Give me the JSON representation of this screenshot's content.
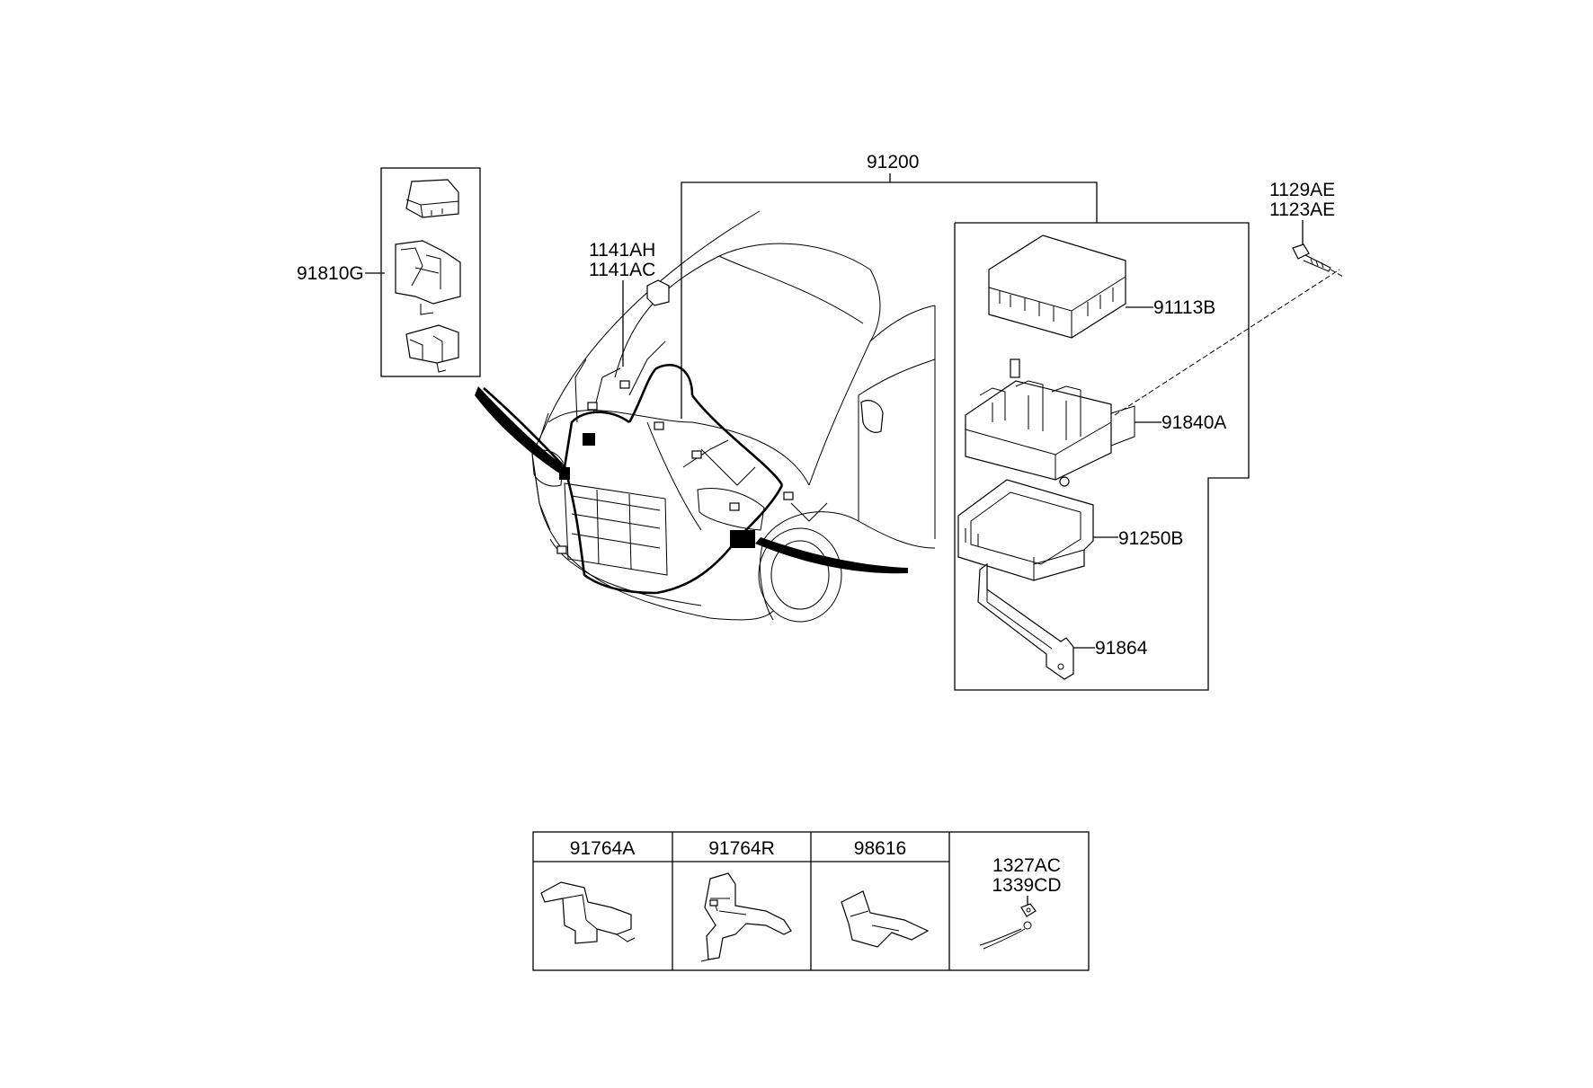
{
  "labels": {
    "harness": "91200",
    "relay_box_assy": "91810G",
    "bolt_a": "1141AH",
    "bolt_b": "1141AC",
    "screw_a": "1129AE",
    "screw_b": "1123AE",
    "cover": "91113B",
    "junction_block": "91840A",
    "lower_cover": "91250B",
    "bracket": "91864"
  },
  "table": {
    "headers": [
      "91764A",
      "91764R",
      "98616",
      ""
    ],
    "cell4_lines": [
      "1327AC",
      "1339CD"
    ]
  }
}
